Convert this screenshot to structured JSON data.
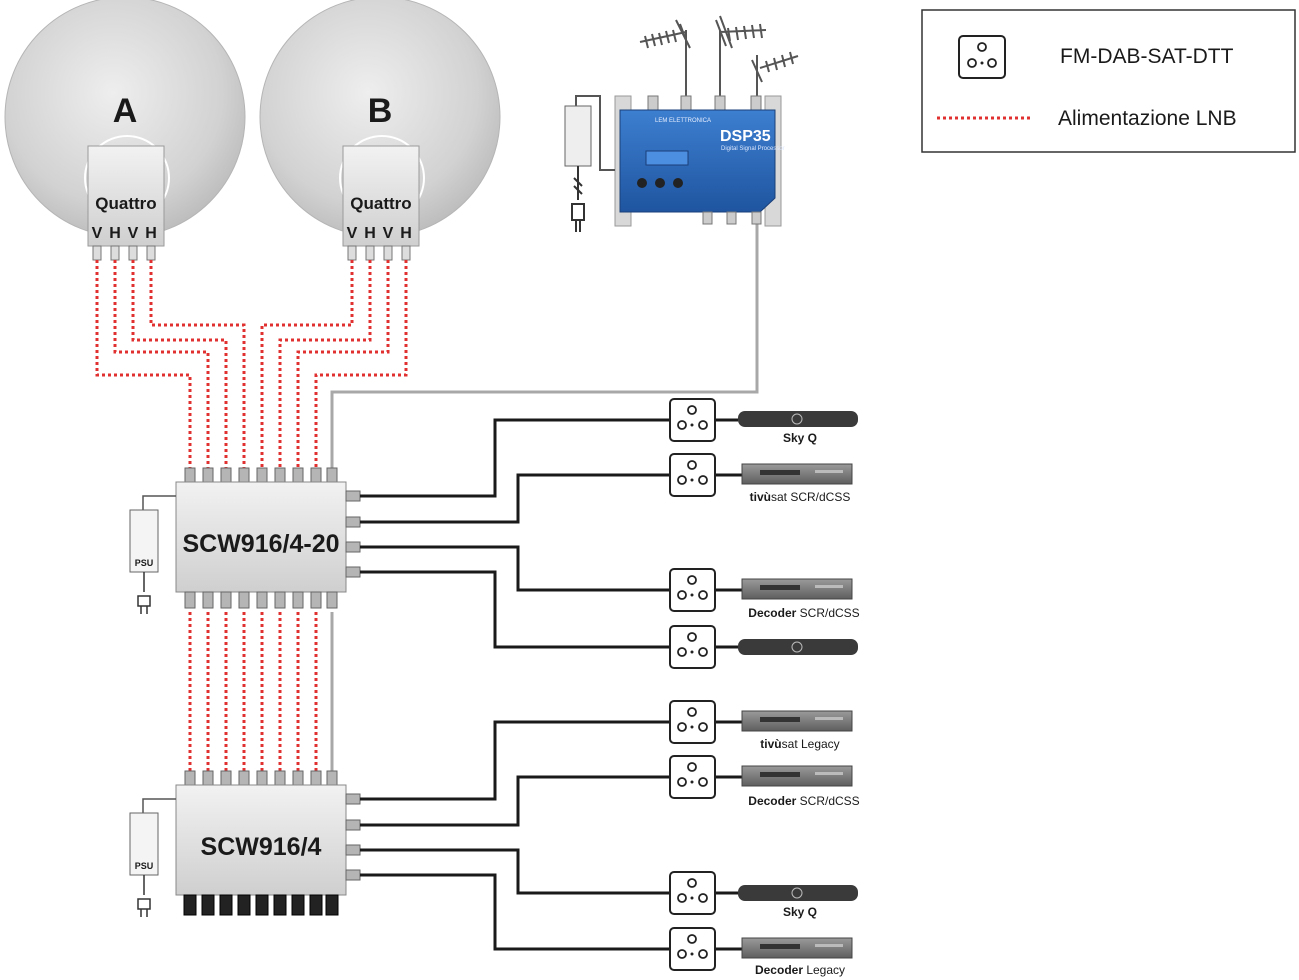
{
  "dishes": [
    {
      "label": "A",
      "lnb_name": "Quattro",
      "ports": [
        "V",
        "H",
        "V",
        "H"
      ]
    },
    {
      "label": "B",
      "lnb_name": "Quattro",
      "ports": [
        "V",
        "H",
        "V",
        "H"
      ]
    }
  ],
  "processor": {
    "name": "DSP35",
    "subtitle": "Digital Signal Processor",
    "brand": "LEM ELETTRONICA"
  },
  "legend": {
    "items": [
      {
        "icon": "wall-outlet-icon",
        "label": "FM-DAB-SAT-DTT"
      },
      {
        "icon": "red-dotted-line-icon",
        "label": "Alimentazione LNB"
      }
    ]
  },
  "switches": [
    {
      "name": "SCW916/4-20",
      "psu_label": "PSU"
    },
    {
      "name": "SCW916/4",
      "psu_label": "PSU"
    }
  ],
  "receivers": [
    {
      "device": "skyq-box-icon",
      "label_bold": "Sky Q",
      "label_rest": ""
    },
    {
      "device": "stb-box-icon",
      "label_bold": "tivù",
      "label_rest": "sat SCR/dCSS"
    },
    {
      "device": "stb-box-icon",
      "label_bold": "Decoder",
      "label_rest": " SCR/dCSS"
    },
    {
      "device": "skyq-box-icon",
      "label_bold": "",
      "label_rest": ""
    },
    {
      "device": "stb-box-icon",
      "label_bold": "tivù",
      "label_rest": "sat Legacy"
    },
    {
      "device": "stb-box-icon",
      "label_bold": "Decoder",
      "label_rest": " SCR/dCSS"
    },
    {
      "device": "skyq-box-icon",
      "label_bold": "Sky Q",
      "label_rest": ""
    },
    {
      "device": "stb-box-icon",
      "label_bold": "Decoder",
      "label_rest": " Legacy"
    }
  ],
  "colors": {
    "lnb_power_line": "#e03030",
    "coax_black": "#1a1a1a",
    "terrestrial_grey": "#a8a8a8",
    "dsp_blue": "#2a66b8",
    "dish_grey": "#cfcfcf"
  }
}
